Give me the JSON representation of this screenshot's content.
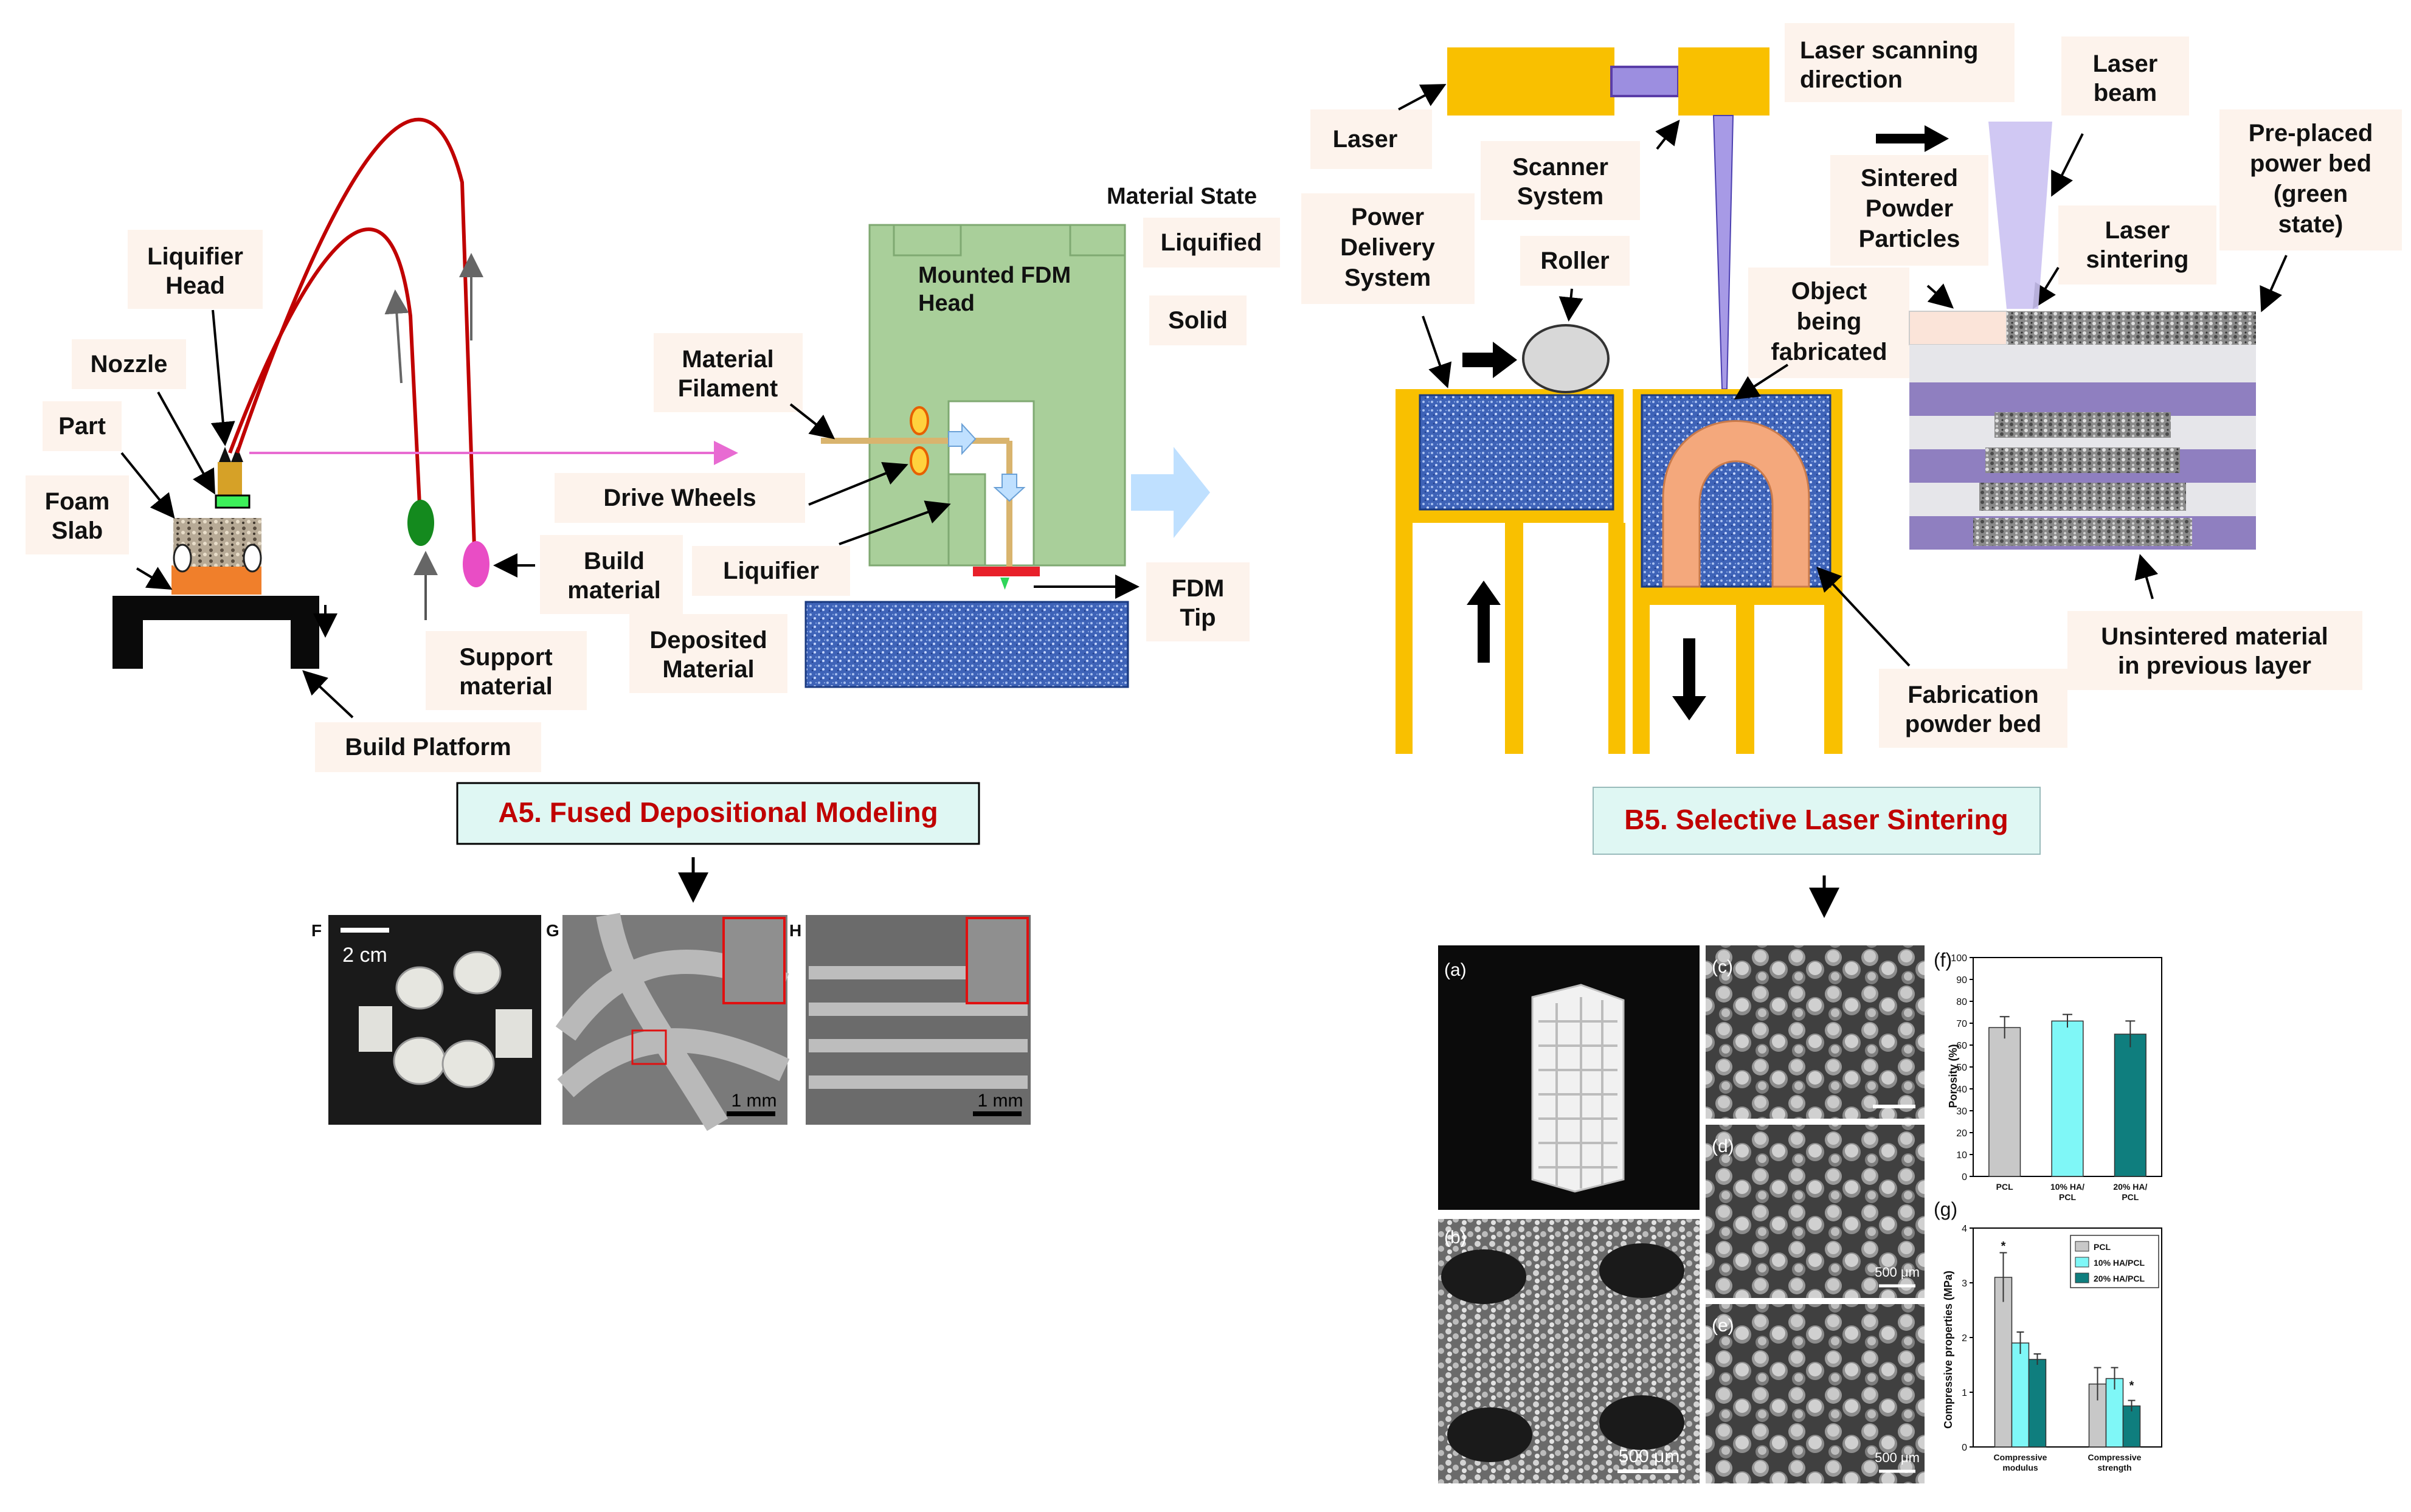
{
  "fdm": {
    "labels": {
      "liquifier_head": [
        "Liquifier",
        "Head"
      ],
      "nozzle": "Nozzle",
      "part": "Part",
      "foam_slab": [
        "Foam",
        "Slab"
      ],
      "build_platform": "Build Platform",
      "support_material": [
        "Support",
        "material"
      ],
      "build_material": [
        "Build",
        "material"
      ],
      "material_filament": [
        "Material",
        "Filament"
      ],
      "drive_wheels": "Drive Wheels",
      "liquifier": "Liquifier",
      "deposited_material": [
        "Deposited",
        "Material"
      ],
      "mounted_fdm_head": [
        "Mounted FDM",
        "Head"
      ],
      "material_state": "Material State",
      "liquified": "Liquified",
      "solid": "Solid",
      "fdm_tip": [
        "FDM",
        "Tip"
      ]
    },
    "caption": "A5. Fused Depositional Modeling",
    "panels": {
      "f_label": "F",
      "g_label": "G",
      "h_label": "H",
      "scale_2cm": "2 cm",
      "scale_1mm_g": "1 mm",
      "scale_1mm_h": "1 mm"
    }
  },
  "sls": {
    "labels": {
      "laser": "Laser",
      "scanner_system": [
        "Scanner",
        "System"
      ],
      "laser_scanning_direction": [
        "Laser scanning",
        "direction"
      ],
      "laser_beam": [
        "Laser",
        "beam"
      ],
      "pre_placed_powder_bed": [
        "Pre-placed",
        "power bed",
        "(green",
        "state)"
      ],
      "power_delivery_system": [
        "Power",
        "Delivery",
        "System"
      ],
      "roller": "Roller",
      "object_being_fabricated": [
        "Object",
        "being",
        "fabricated"
      ],
      "sintered_powder_particles": [
        "Sintered",
        "Powder",
        "Particles"
      ],
      "laser_sintering": [
        "Laser",
        "sintering"
      ],
      "unsintered_material": [
        "Unsintered material",
        "in previous layer"
      ],
      "fabrication_powder_bed": [
        "Fabrication",
        "powder bed"
      ]
    },
    "caption": "B5. Selective Laser Sintering",
    "panels": {
      "a": "(a)",
      "b": "(b)",
      "c": "(c)",
      "d": "(d)",
      "e": "(e)",
      "f": "(f)",
      "g": "(g)",
      "scale_500_b": "500 μm",
      "scale_500_d": "500 μm",
      "scale_500_e": "500 μm"
    }
  },
  "colors": {
    "sls_yellow": "#f9c000",
    "fdm_green": "#a9cf9a",
    "label_bg": "#fdf3ec",
    "caption_bg": "#dff7f3",
    "caption_red": "#c00000",
    "red_line": "#c00000",
    "violet": "#8f7fc0"
  },
  "chart_data": [
    {
      "type": "bar",
      "panel": "(f)",
      "categories": [
        "PCL",
        "10% HA/ PCL",
        "20% HA/ PCL"
      ],
      "values": [
        68,
        71,
        65
      ],
      "errors": [
        5,
        3,
        6
      ],
      "colors": [
        "#c8c8c8",
        "#7ff7f7",
        "#0f7e7e"
      ],
      "ylabel": "Porosity (%)",
      "ylim": [
        0,
        100
      ],
      "yticks": [
        0,
        10,
        20,
        30,
        40,
        50,
        60,
        70,
        80,
        90,
        100
      ]
    },
    {
      "type": "bar",
      "panel": "(g)",
      "categories": [
        "Compressive modulus",
        "Compressive strength"
      ],
      "series": [
        {
          "name": "PCL",
          "values": [
            3.1,
            1.15
          ],
          "errors": [
            0.45,
            0.3
          ]
        },
        {
          "name": "10% HA/PCL",
          "values": [
            1.9,
            1.25
          ],
          "errors": [
            0.2,
            0.2
          ]
        },
        {
          "name": "20% HA/PCL",
          "values": [
            1.6,
            0.75
          ],
          "errors": [
            0.1,
            0.1
          ]
        }
      ],
      "colors": [
        "#c8c8c8",
        "#7ff7f7",
        "#0f7e7e"
      ],
      "ylabel": "Compressive properties (MPa)",
      "ylim": [
        0,
        4
      ],
      "yticks": [
        0,
        1,
        2,
        3,
        4
      ],
      "annotations": [
        "*",
        "*"
      ]
    }
  ]
}
